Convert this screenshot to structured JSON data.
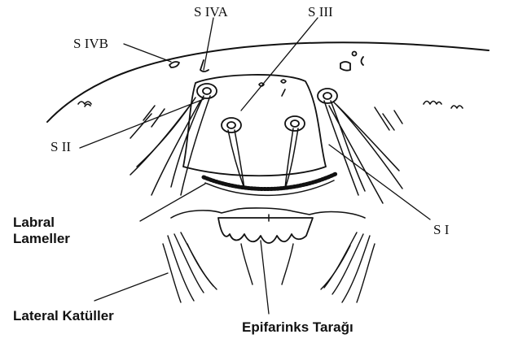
{
  "labels": {
    "s_iva": "S IVA",
    "s_iii": "S III",
    "s_ivb": "S IVB",
    "s_ii": "S II",
    "s_i": "S I",
    "labral_line1": "Labral",
    "labral_line2": "Lameller",
    "lateral_katuller": "Lateral Katüller",
    "epifarinks_taragi": "Epifarinks Tarağı"
  },
  "colors": {
    "ink": "#111111",
    "background": "#ffffff"
  }
}
